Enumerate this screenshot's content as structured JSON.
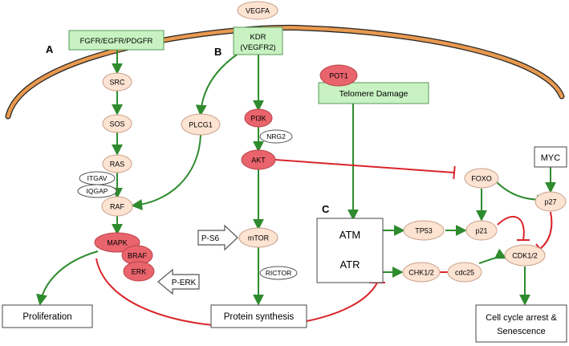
{
  "colors": {
    "membrane": "#e8994f",
    "receptor_fill": "#c8f2c2",
    "receptor_stroke": "#5a9a5a",
    "node_fill": "#fce3d2",
    "node_stroke": "#c9a08a",
    "highlight_fill": "#e9646c",
    "activation": "#2e8b2e",
    "inhibition": "#d9252b"
  },
  "panels": {
    "a": "A",
    "b": "B",
    "c": "C"
  },
  "receptors": {
    "fgfr": "FGFR/EGFR/PDGFR",
    "kdr_line1": "KDR",
    "kdr_line2": "(VEGFR2)",
    "telomere": "Telomere Damage"
  },
  "nodes": {
    "vegfa": "VEGFA",
    "src": "SRC",
    "sos": "SOS",
    "ras": "RAS",
    "raf": "RAF",
    "plcg1": "PLCG1",
    "pi3k": "PI3K",
    "akt": "AKT",
    "mtor": "mTOR",
    "mapk": "MAPK",
    "braf": "BRAF",
    "erk": "ERK",
    "pot1": "POT1",
    "tp53": "TP53",
    "p21": "p21",
    "chk12": "CHK1/2",
    "cdc25": "cdc25",
    "cdk12": "CDK1/2",
    "foxo": "FOXO",
    "p27": "p27"
  },
  "small_nodes": {
    "itgav": "ITGAV",
    "iqgap": "IQGAP",
    "nrg2": "NRG2",
    "rictor": "RICTOR"
  },
  "arrow_labels": {
    "ps6": "P-S6",
    "perk": "P-ERK"
  },
  "boxes": {
    "atm": "ATM",
    "atr": "ATR",
    "myc": "MYC",
    "proliferation": "Proliferation",
    "protein_synthesis": "Protein synthesis",
    "arrest_line1": "Cell cycle arrest &",
    "arrest_line2": "Senescence"
  }
}
